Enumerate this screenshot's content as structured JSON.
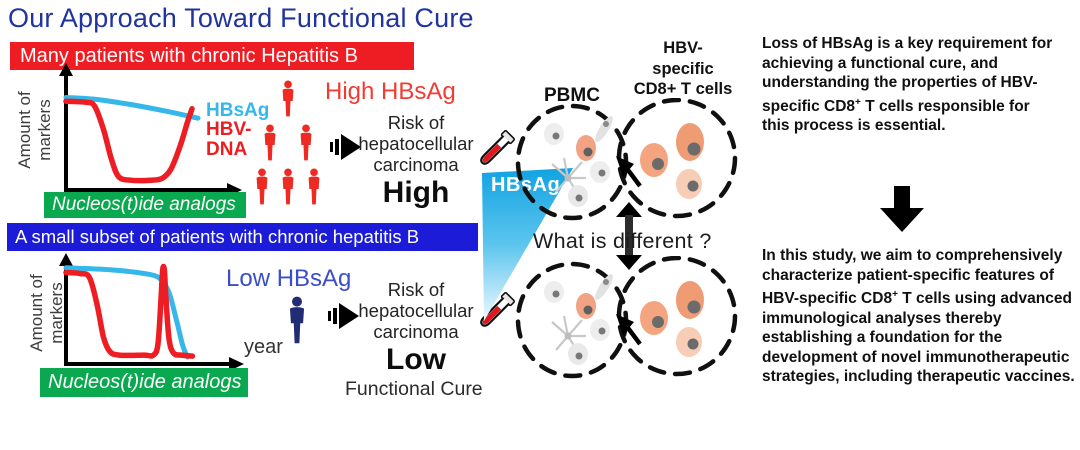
{
  "title": "Our Approach Toward Functional Cure",
  "colors": {
    "banner_red": "#ee1c23",
    "banner_blue": "#1b1bd8",
    "banner_green": "#0aa84f",
    "hbsag_cyan": "#35b7ea",
    "hbv_dna_red": "#ee1c23",
    "high_text_red": "#f23b31",
    "low_text_blue": "#3a4ecb",
    "person_red": "#ee2b23",
    "person_navy": "#202d75",
    "title_blue": "#20339e"
  },
  "panel_many": {
    "banner": "Many patients with chronic Hepatitis B",
    "graph": {
      "ylabel": "Amount of\nmarkers",
      "treatment": "Nucleos(t)ide analogs",
      "hbsag_label": "HBsAg",
      "hbv_dna_label": "HBV-\nDNA",
      "series": [
        {
          "name": "HBsAg",
          "color": "#35b7ea",
          "points": [
            [
              0,
              8
            ],
            [
              20,
              10
            ],
            [
              45,
              16
            ],
            [
              68,
              23
            ],
            [
              88,
              30
            ]
          ]
        },
        {
          "name": "HBV-DNA",
          "color": "#ee1c23",
          "points": [
            [
              0,
              12
            ],
            [
              13,
              13
            ],
            [
              19,
              17
            ],
            [
              25,
              42
            ],
            [
              30,
              72
            ],
            [
              35,
              92
            ],
            [
              43,
              96
            ],
            [
              56,
              96
            ],
            [
              64,
              94
            ],
            [
              70,
              84
            ],
            [
              76,
              60
            ],
            [
              81,
              34
            ],
            [
              84,
              20
            ]
          ]
        }
      ]
    },
    "status": "High HBsAg",
    "risk": "Risk of\nhepatocellular\ncarcinoma",
    "risk_level": "High"
  },
  "panel_subset": {
    "banner": "A small subset of patients with chronic hepatitis B",
    "graph": {
      "ylabel": "Amount of\nmarkers",
      "xlabel": "year",
      "treatment": "Nucleos(t)ide analogs",
      "series": [
        {
          "name": "HBsAg",
          "color": "#35b7ea",
          "points": [
            [
              0,
              6
            ],
            [
              28,
              8
            ],
            [
              50,
              12
            ],
            [
              60,
              17
            ],
            [
              66,
              32
            ],
            [
              71,
              62
            ],
            [
              75,
              88
            ],
            [
              78,
              99
            ]
          ]
        },
        {
          "name": "HBV-DNA",
          "color": "#ee1c23",
          "points": [
            [
              0,
              11
            ],
            [
              9,
              12
            ],
            [
              15,
              16
            ],
            [
              20,
              45
            ],
            [
              24,
              78
            ],
            [
              28,
              93
            ],
            [
              34,
              97
            ],
            [
              50,
              97
            ],
            [
              56,
              97
            ],
            [
              59,
              85
            ],
            [
              61,
              35
            ],
            [
              62,
              8
            ],
            [
              63,
              8
            ],
            [
              64,
              35
            ],
            [
              66,
              80
            ],
            [
              69,
              95
            ],
            [
              74,
              97
            ],
            [
              81,
              98
            ]
          ]
        }
      ]
    },
    "status": "Low HBsAg",
    "risk": "Risk of\nhepatocellular\ncarcinoma",
    "risk_level": "Low",
    "outcome": "Functional Cure"
  },
  "middle": {
    "pbmc_label": "PBMC",
    "cd8_label": "HBV-\nspecific\nCD8+ T cells",
    "sample_label": "HBsAg",
    "question": "What is different ?"
  },
  "right": {
    "block1_part1": "Loss of HBsAg is a key requirement for achieving a functional cure, and understanding the properties of HBV-specific CD8",
    "block1_sup": "+",
    "block1_part2": " T cells responsible for this process is essential.",
    "block2_part1": "In this study, we aim to comprehensively characterize patient-specific features of HBV-specific CD8",
    "block2_sup": "+",
    "block2_part2": " T cells using advanced immunological analyses thereby establishing a foundation for the development of novel immunotherapeutic strategies, including therapeutic vaccines."
  }
}
